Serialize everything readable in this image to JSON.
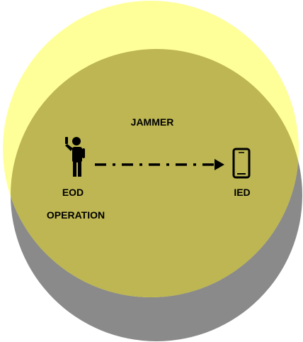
{
  "labels": {
    "jammer": "JAMMER",
    "eod": "EOD",
    "operation": "OPERATION",
    "ied": "IED"
  },
  "colors": {
    "gray_circle": "#8a8a8a",
    "yellow_circle": "#ffff99",
    "overlap": "#bdb652",
    "icon": "#000000",
    "arrow": "#000000",
    "background": "#ffffff"
  },
  "icons": {
    "operator": "person-phone-icon",
    "device": "smartphone-icon"
  },
  "arrow": {
    "style": "dash-dot",
    "direction": "right"
  }
}
